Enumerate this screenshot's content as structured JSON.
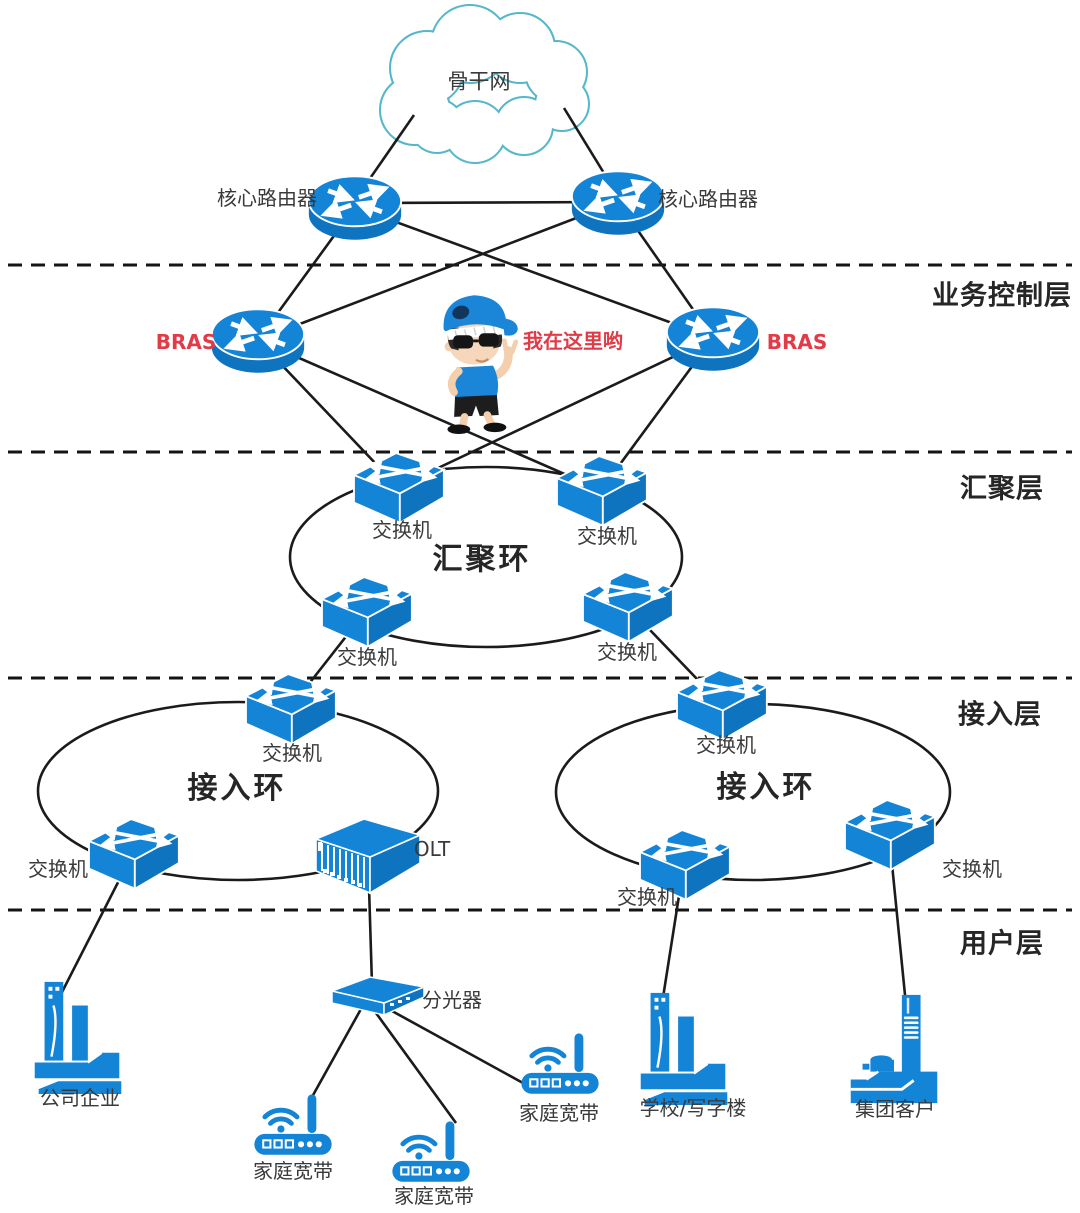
{
  "palette": {
    "device_blue": "#1484d6",
    "device_blue_dark": "#0e6cb4",
    "cloud_outline": "#55b7ca",
    "line_color": "#1b1b1b",
    "label_color": "#3a3a3a",
    "accent_red": "#e23a46"
  },
  "cloud": {
    "label": "骨干网"
  },
  "layers": {
    "service_control": "业务控制层",
    "aggregation": "汇聚层",
    "access": "接入层",
    "user": "用户层"
  },
  "rings": {
    "aggregation": "汇聚环",
    "access_left": "接入环",
    "access_right": "接入环"
  },
  "callout": {
    "text": "我在这里哟"
  },
  "devices": {
    "core_router_left": "核心路由器",
    "core_router_right": "核心路由器",
    "bras_left": "BRAS",
    "bras_right": "BRAS",
    "agg_switch_nw": "交换机",
    "agg_switch_ne": "交换机",
    "agg_switch_sw": "交换机",
    "agg_switch_se": "交换机",
    "access_left_top_switch": "交换机",
    "access_left_west_switch": "交换机",
    "olt": "OLT",
    "access_right_top_switch": "交换机",
    "access_right_sw_switch": "交换机",
    "access_right_east_switch": "交换机",
    "splitter": "分光器",
    "company": "公司企业",
    "home_broadband_left": "家庭宽带",
    "home_broadband_mid": "家庭宽带",
    "home_broadband_right": "家庭宽带",
    "school": "学校/写字楼",
    "group_customer": "集团客户"
  }
}
